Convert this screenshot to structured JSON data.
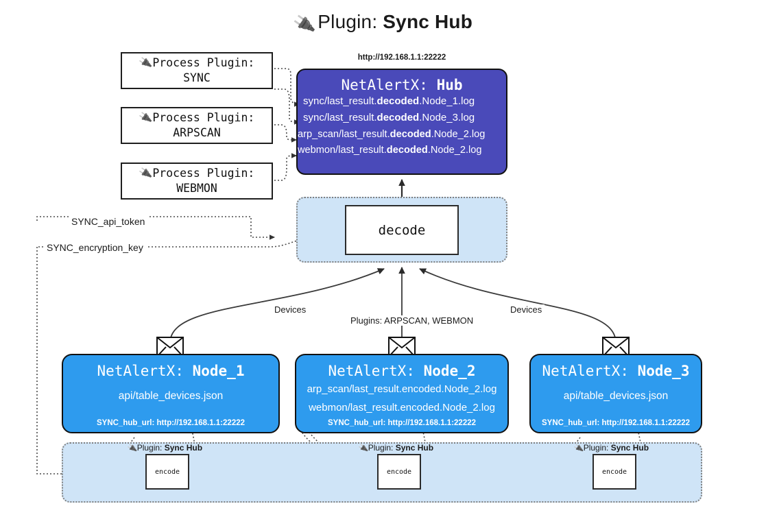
{
  "title": {
    "icon": "plug-icon",
    "prefix": "Plugin: ",
    "name": "Sync Hub"
  },
  "colors": {
    "hub_fill": "#4a4ab9",
    "node_fill": "#2e9bee",
    "container_fill": "#cfe4f7",
    "stroke": "#111111",
    "dotted_stroke": "#7f7f7f",
    "background": "#ffffff"
  },
  "process_plugins": [
    {
      "icon": "plug-icon",
      "line1": "Process Plugin:",
      "line2": "SYNC"
    },
    {
      "icon": "plug-icon",
      "line1": "Process Plugin:",
      "line2": "ARPSCAN"
    },
    {
      "icon": "plug-icon",
      "line1": "Process Plugin:",
      "line2": "WEBMON"
    }
  ],
  "hub": {
    "url": "http://192.168.1.1:22222",
    "title_prefix": "NetAlertX: ",
    "title_name": "Hub",
    "files": [
      {
        "pre": "sync/last_result.",
        "bold": "decoded",
        "post": ".Node_1.log"
      },
      {
        "pre": "sync/last_result.",
        "bold": "decoded",
        "post": ".Node_3.log"
      },
      {
        "pre": "arp_scan/last_result.",
        "bold": "decoded",
        "post": ".Node_2.log"
      },
      {
        "pre": "webmon/last_result.",
        "bold": "decoded",
        "post": ".Node_2.log"
      }
    ]
  },
  "decode": {
    "label": "decode"
  },
  "keys": [
    {
      "label": "SYNC_api_token"
    },
    {
      "label": "SYNC_encryption_key"
    }
  ],
  "edge_labels": {
    "devices_left": "Devices",
    "devices_right": "Devices",
    "plugins": "Plugins: ARPSCAN, WEBMON"
  },
  "nodes": [
    {
      "icon": "envelope-icon",
      "title_prefix": "NetAlertX: ",
      "title_name": "Node_1",
      "lines": [
        "api/table_devices.json"
      ],
      "footer": "SYNC_hub_url: http://192.168.1.1:22222"
    },
    {
      "icon": "envelope-icon",
      "title_prefix": "NetAlertX: ",
      "title_name": "Node_2",
      "lines": [
        "arp_scan/last_result.encoded.Node_2.log",
        "webmon/last_result.encoded.Node_2.log"
      ],
      "footer": "SYNC_hub_url: http://192.168.1.1:22222"
    },
    {
      "icon": "envelope-icon",
      "title_prefix": "NetAlertX: ",
      "title_name": "Node_3",
      "lines": [
        "api/table_devices.json"
      ],
      "footer": "SYNC_hub_url: http://192.168.1.1:22222"
    }
  ],
  "encoders": [
    {
      "icon": "plug-icon",
      "label_prefix": "Plugin: ",
      "label_name": "Sync Hub",
      "box": "encode"
    },
    {
      "icon": "plug-icon",
      "label_prefix": "Plugin: ",
      "label_name": "Sync Hub",
      "box": "encode"
    },
    {
      "icon": "plug-icon",
      "label_prefix": "Plugin: ",
      "label_name": "Sync Hub",
      "box": "encode"
    }
  ]
}
